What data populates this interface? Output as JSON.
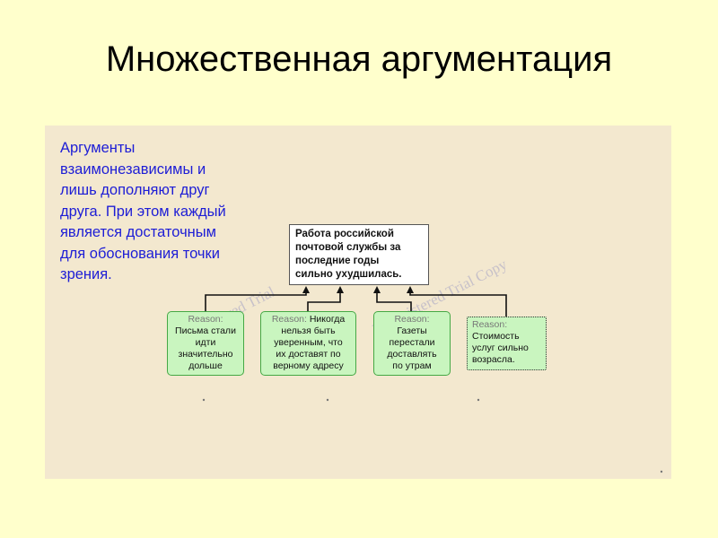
{
  "title": "Множественная аргументация",
  "note": {
    "lines": [
      "Аргументы",
      "взаимонезависимы и",
      "лишь дополняют друг",
      "друга. При этом каждый",
      "является достаточным",
      "для обоснования точки",
      "зрения."
    ]
  },
  "watermarks": [
    "Unregistered Trial",
    "Unregistered Trial Copy"
  ],
  "claim": {
    "lines": [
      "Работа российской",
      "почтовой службы за",
      "последние годы",
      "сильно ухудшилась."
    ]
  },
  "reasons": [
    {
      "keyword": "Reason:",
      "first": "Письма стали",
      "rest": [
        "идти",
        "значительно",
        "дольше"
      ]
    },
    {
      "keyword": "Reason:",
      "first": "Никогда",
      "rest": [
        "нельзя быть",
        "уверенным, что",
        "их доставят по",
        "верному адресу"
      ]
    },
    {
      "keyword": "Reason:",
      "first": "Газеты",
      "rest": [
        "перестали",
        "доставлять",
        "по утрам"
      ]
    },
    {
      "keyword": "Reason:",
      "first": "",
      "rest": [
        "Стоимость",
        "услуг сильно",
        "возрасла."
      ]
    }
  ],
  "colors": {
    "note_text": "#1d1dd6",
    "panel": "#f3e8cf",
    "background": "#ffffcc",
    "reason_fill": "#c9f5bf",
    "reason_border": "#45a845"
  }
}
